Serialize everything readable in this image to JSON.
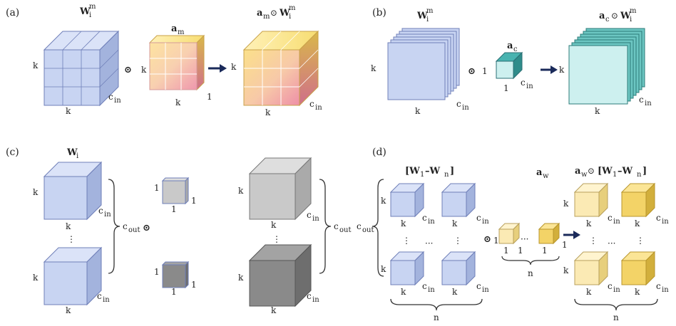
{
  "colors": {
    "blue_front": "#c8d4f2",
    "blue_top": "#dbe3f8",
    "blue_side": "#a3b3dd",
    "blue_edge": "#6f7fb8",
    "teal_front": "#cdf0ef",
    "teal_top": "#49b3b0",
    "teal_side": "#2f8c8a",
    "gray_light_front": "#c9c9c9",
    "gray_light_top": "#dedede",
    "gray_light_side": "#aaaaaa",
    "gray_dark_front": "#8a8a8a",
    "gray_dark_top": "#a3a3a3",
    "gray_dark_side": "#6e6e6e",
    "yellow_front": "#fbeab4",
    "yellow_top": "#fff4cf",
    "yellow_side": "#e7cf7c",
    "gold_front": "#f3d367",
    "gold_top": "#fbe596",
    "gold_side": "#d2af3c",
    "grad_yellow": "#f8de6f",
    "grad_pink": "#f0a7bb"
  },
  "panels": {
    "a": {
      "label": "(a)",
      "w_title": "W",
      "w_sub": "i",
      "w_sup": "m",
      "a_title": "a",
      "a_sub": "m",
      "res_a": "a",
      "res_a_sub": "m",
      "res_op": "⊙",
      "res_w": "W",
      "res_w_sub": "i",
      "res_w_sup": "m",
      "k": "k",
      "cin": "c",
      "cin_sub": "in",
      "one": "1",
      "odot": "⊙"
    },
    "b": {
      "label": "(b)",
      "w_title": "W",
      "w_sub": "i",
      "w_sup": "m",
      "a_title": "a",
      "a_sub": "c",
      "res_a": "a",
      "res_a_sub": "c",
      "res_op": "⊙",
      "res_w": "W",
      "res_w_sub": "i",
      "res_w_sup": "m",
      "k": "k",
      "cin": "c",
      "cin_sub": "in",
      "one": "1",
      "odot": "⊙"
    },
    "c": {
      "label": "(c)",
      "w_title": "W",
      "w_sub": "i",
      "k": "k",
      "cin": "c",
      "cin_sub": "in",
      "cout": "c",
      "cout_sub": "out",
      "one": "1",
      "dots": "⋮",
      "odot": "⊙"
    },
    "d": {
      "label": "(d)",
      "group_title": "[W",
      "group_sub1": "1",
      "group_mid": "–W",
      "group_sub2": "n",
      "group_end": "]",
      "a_title": "a",
      "a_sub": "w",
      "res_a": "a",
      "res_a_sub": "w",
      "res_op": "⊙",
      "res_title": "[W",
      "res_sub1": "1",
      "res_mid": "–W",
      "res_sub2": "n",
      "res_end": "]",
      "k": "k",
      "cin": "c",
      "cin_sub": "in",
      "cout": "c",
      "cout_sub": "out",
      "one": "1",
      "n": "n",
      "hdots": "···",
      "vdots": "⋮",
      "odot": "⊙"
    }
  }
}
